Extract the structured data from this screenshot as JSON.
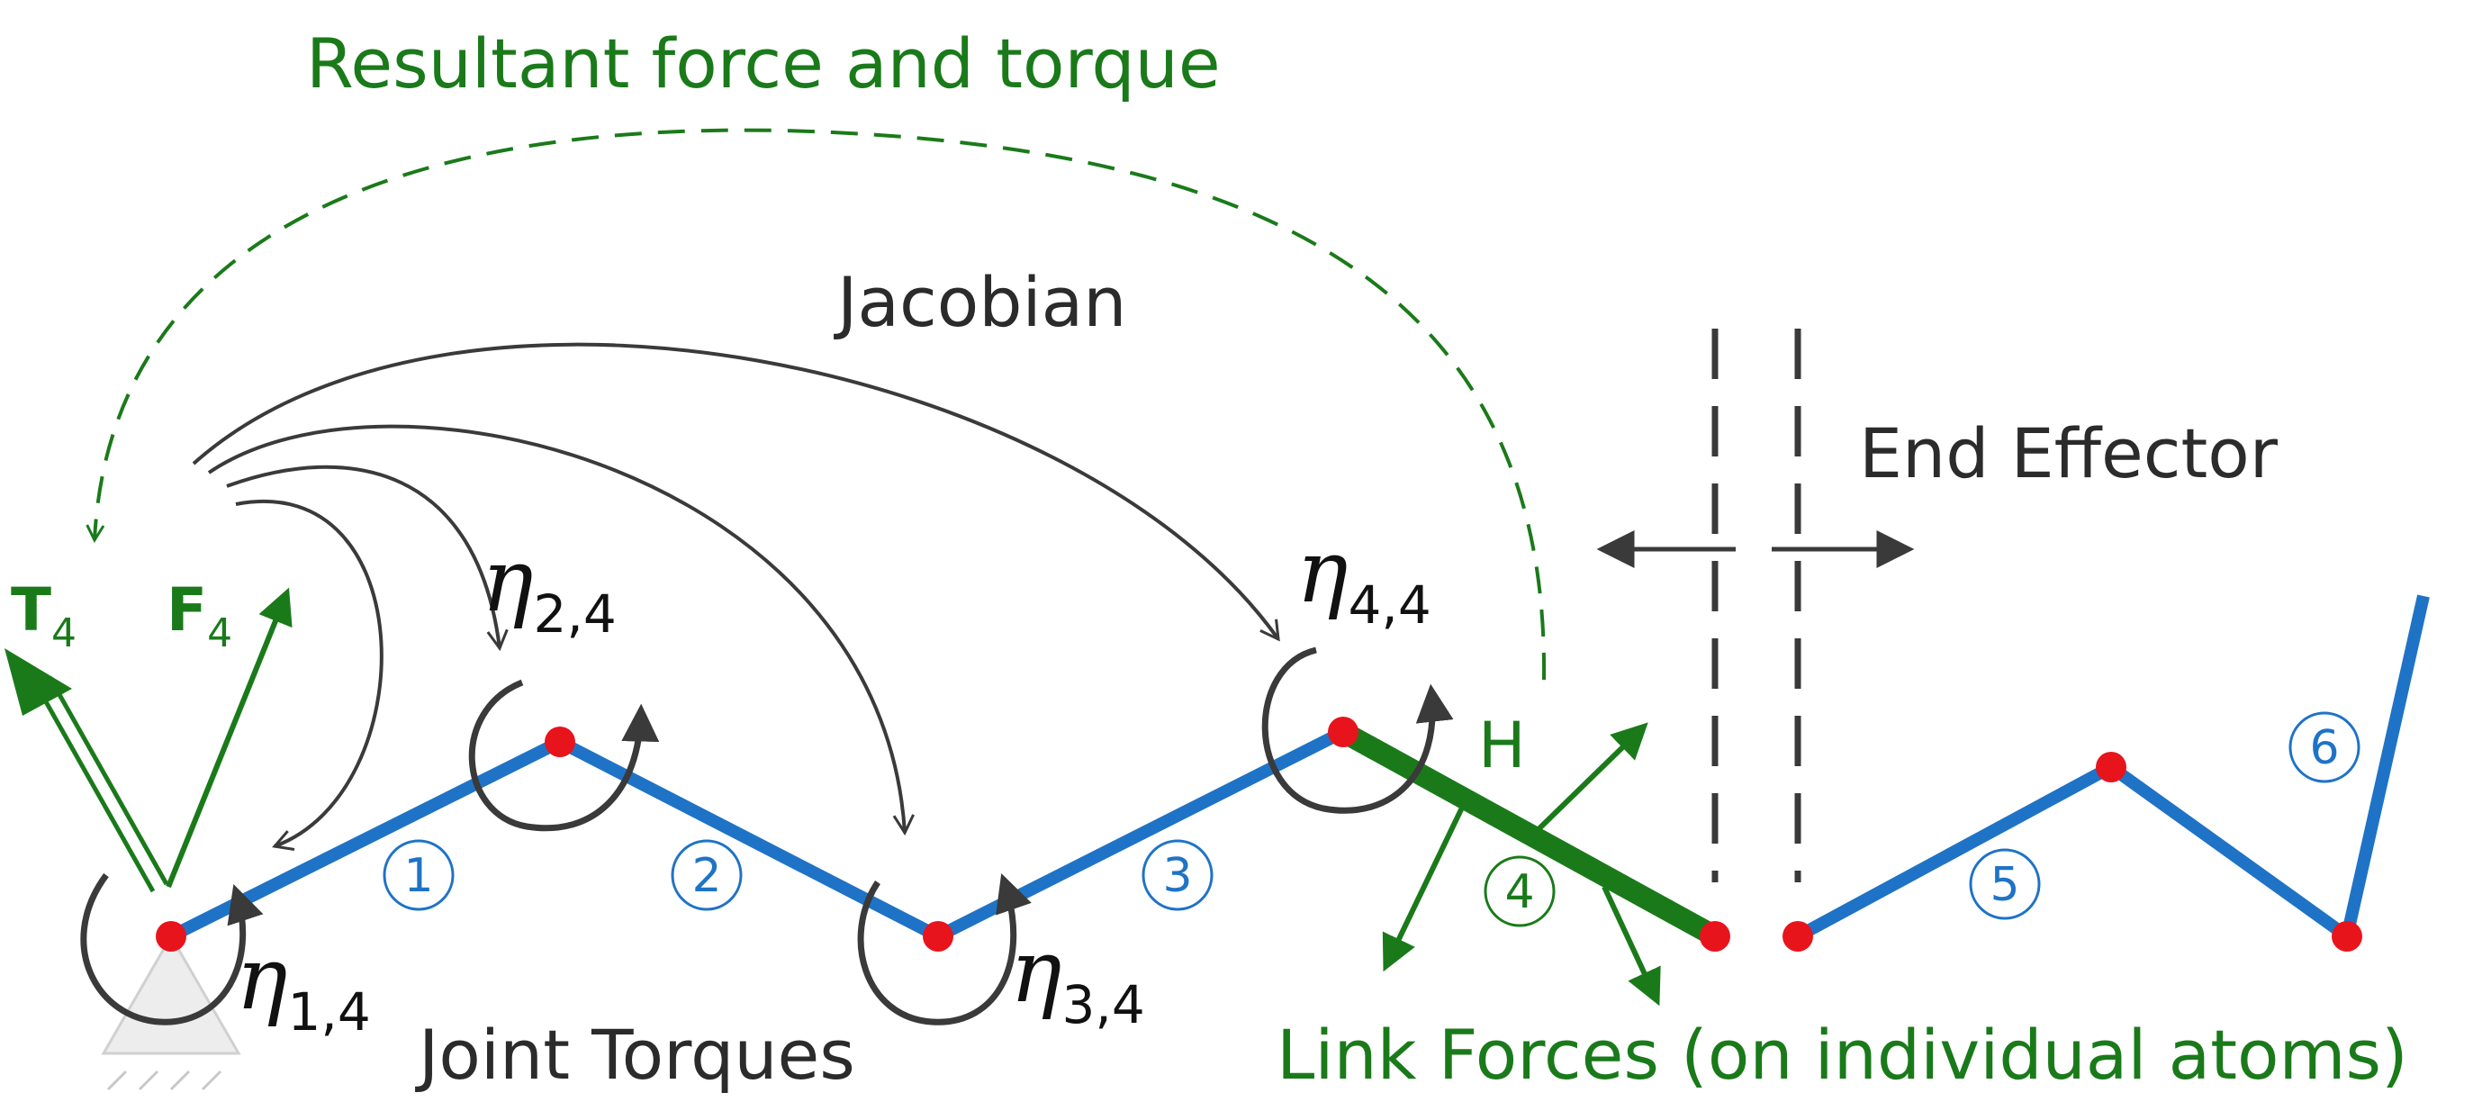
{
  "labels": {
    "resultant": "Resultant force and torque",
    "jacobian": "Jacobian",
    "end_effector": "End Effector",
    "joint_torques": "Joint Torques",
    "link_forces": "Link Forces (on individual atoms)",
    "h": "H",
    "t_main": "T",
    "t_sub": "4",
    "f_main": "F",
    "f_sub": "4"
  },
  "torques": [
    {
      "symbol": "η",
      "sub": "1,4"
    },
    {
      "symbol": "η",
      "sub": "2,4"
    },
    {
      "symbol": "η",
      "sub": "3,4"
    },
    {
      "symbol": "η",
      "sub": "4,4"
    }
  ],
  "links": [
    "1",
    "2",
    "3",
    "4",
    "5",
    "6"
  ],
  "colors": {
    "link_blue": "#1f73c6",
    "force_green": "#1a7a1a",
    "joint_red": "#e8141c",
    "arrow_dark": "#3a3a3a"
  }
}
